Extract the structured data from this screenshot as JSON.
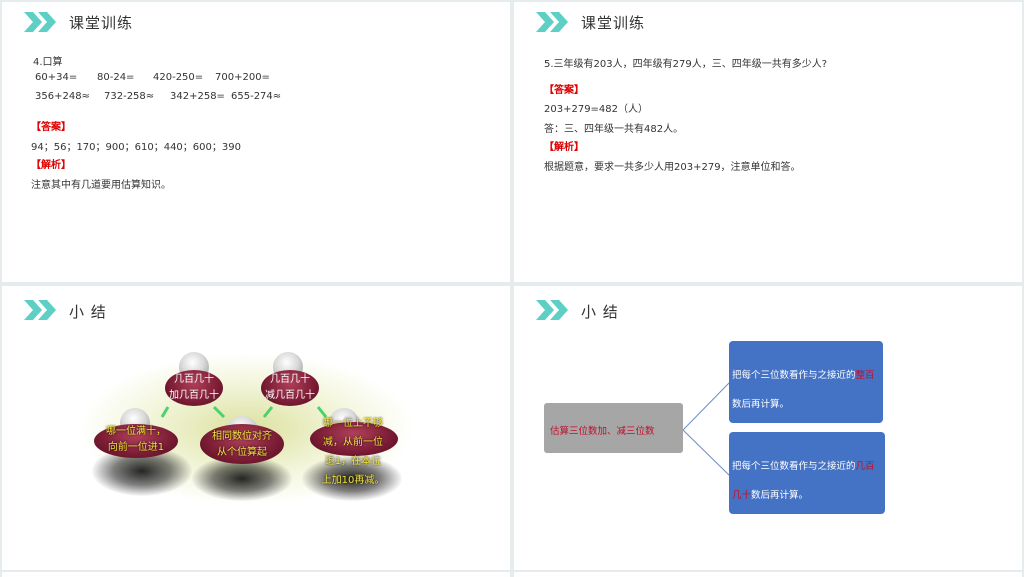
{
  "slide1": {
    "title": "课堂训练",
    "question": "4.口算",
    "row1": [
      "60+34=",
      "80-24=",
      "420-250=",
      "700+200="
    ],
    "row2": [
      "356+248≈",
      "732-258≈",
      "342+258=",
      "655-274≈"
    ],
    "answer_label": "【答案】",
    "answer": "94；56；170；900；610；440；600；390",
    "analysis_label": "【解析】",
    "analysis": "注意其中有几道要用估算知识。"
  },
  "slide2": {
    "title": "课堂训练",
    "question": "5.三年级有203人，四年级有279人，三、四年级一共有多少人?",
    "answer_label": "【答案】",
    "answer_line1": "203+279=482（人）",
    "answer_line2": "答：三、四年级一共有482人。",
    "analysis_label": "【解析】",
    "analysis": "根据题意，要求一共多少人用203+279，注意单位和答。"
  },
  "slide3": {
    "title": "小  结",
    "node_top_left": [
      "几百几十",
      "加几百几十"
    ],
    "node_top_right": [
      "几百几十",
      "减几百几十"
    ],
    "node_left": [
      "哪一位满十，",
      "向前一位进1"
    ],
    "node_center": [
      "相同数位对齐",
      "从个位算起"
    ],
    "node_right": [
      "哪一位上不够",
      "减，从前一位",
      "退1，在本位",
      "上加10再减。"
    ]
  },
  "slide4": {
    "title": "小  结",
    "root": "估算三位数加、减三位数",
    "branch1_pre": "把每个三位数看作与之接近的",
    "branch1_highlight": "整百",
    "branch1_post": "数后再计算。",
    "branch2_pre": "把每个三位数看作与之接近的",
    "branch2_highlight_a": "几",
    "branch2_highlight_b": "百几十",
    "branch2_post": "数后再计算。"
  },
  "colors": {
    "accent_teal": "#5ecfc4",
    "answer_red": "#e00000",
    "node_blue": "#4472c4",
    "root_gray": "#a6a6a6",
    "highlight_red": "#c0102c"
  }
}
